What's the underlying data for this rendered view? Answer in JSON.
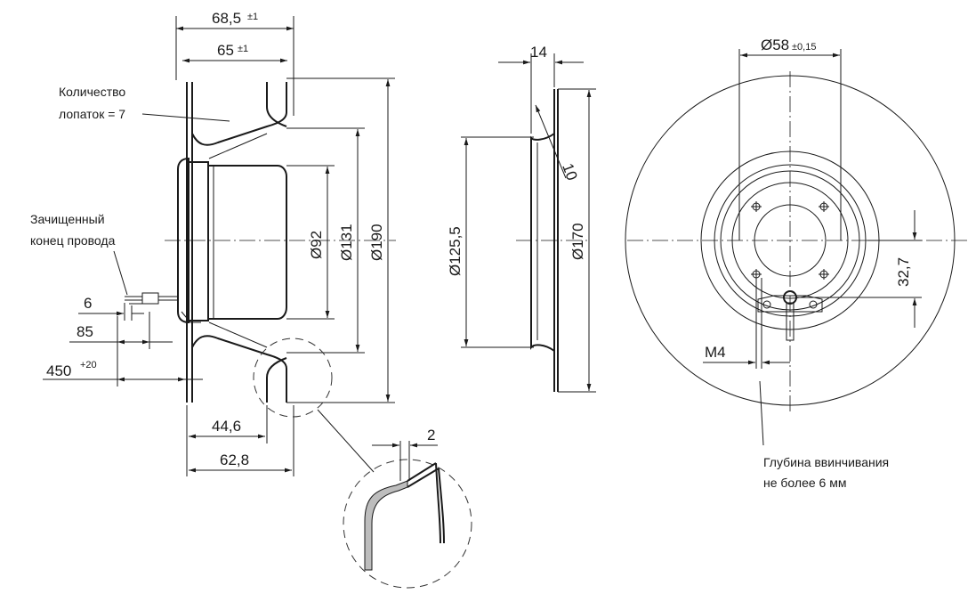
{
  "side_view": {
    "dim_top_outer": {
      "value": "68,5",
      "tol": "±1"
    },
    "dim_top_inner": {
      "value": "65",
      "tol": "±1"
    },
    "label_blades": [
      "Количество",
      "лопаток = 7"
    ],
    "label_wire": [
      "Зачищенный",
      "конец провода"
    ],
    "dim_6": "6",
    "dim_85": "85",
    "dim_450": {
      "value": "450",
      "tol": "+20"
    },
    "dim_d92": "Ø92",
    "dim_d131": "Ø131",
    "dim_d190": "Ø190",
    "dim_44_6": "44,6",
    "dim_62_8": "62,8",
    "dim_detail": "2"
  },
  "section_view": {
    "dim_14": "14",
    "dim_10": "10",
    "dim_d125_5": "Ø125,5",
    "dim_d170": "Ø170"
  },
  "front_view": {
    "dim_d58": {
      "value": "Ø58",
      "tol": "±0,15"
    },
    "dim_32_7": "32,7",
    "dim_m4": "M4",
    "label_depth": [
      "Глубина ввинчивания",
      "не более 6 мм"
    ]
  }
}
